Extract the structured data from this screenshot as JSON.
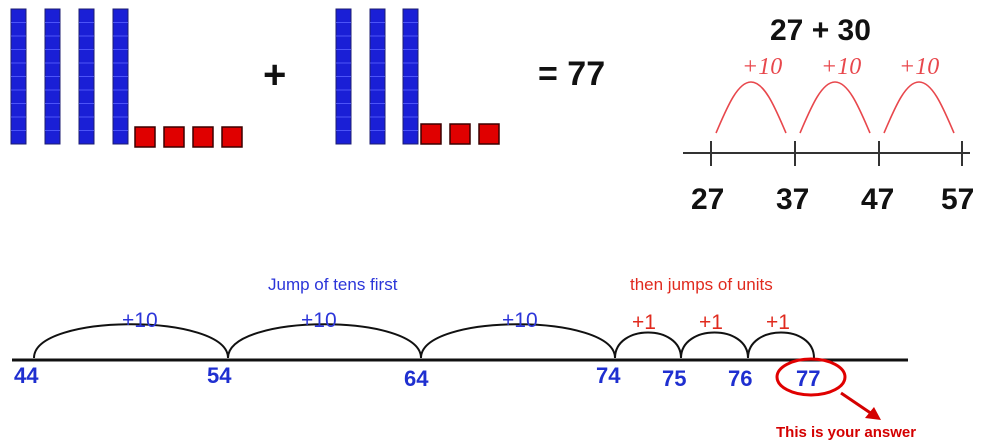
{
  "blocks": {
    "first_tens": 4,
    "first_ones": 4,
    "second_tens": 3,
    "second_ones": 3,
    "plus_sign": "+",
    "equals_result": "= 77",
    "tens_color": "#1a1fd6",
    "ones_color": "#e00000"
  },
  "top_numberline": {
    "equation": "27 + 30",
    "jumps": [
      "+10",
      "+10",
      "+10"
    ],
    "labels": [
      "27",
      "37",
      "47",
      "57"
    ],
    "jump_color": "#e8474c"
  },
  "bottom_numberline": {
    "tens_caption": "Jump of tens first",
    "units_caption": "then jumps of units",
    "ten_jumps": [
      "+10",
      "+10",
      "+10"
    ],
    "unit_jumps": [
      "+1",
      "+1",
      "+1"
    ],
    "labels": [
      "44",
      "54",
      "64",
      "74",
      "75",
      "76",
      "77"
    ],
    "answer_value": "77",
    "answer_note": "This is your answer",
    "number_color": "#1f2fd0",
    "unit_color": "#e02a1e"
  }
}
